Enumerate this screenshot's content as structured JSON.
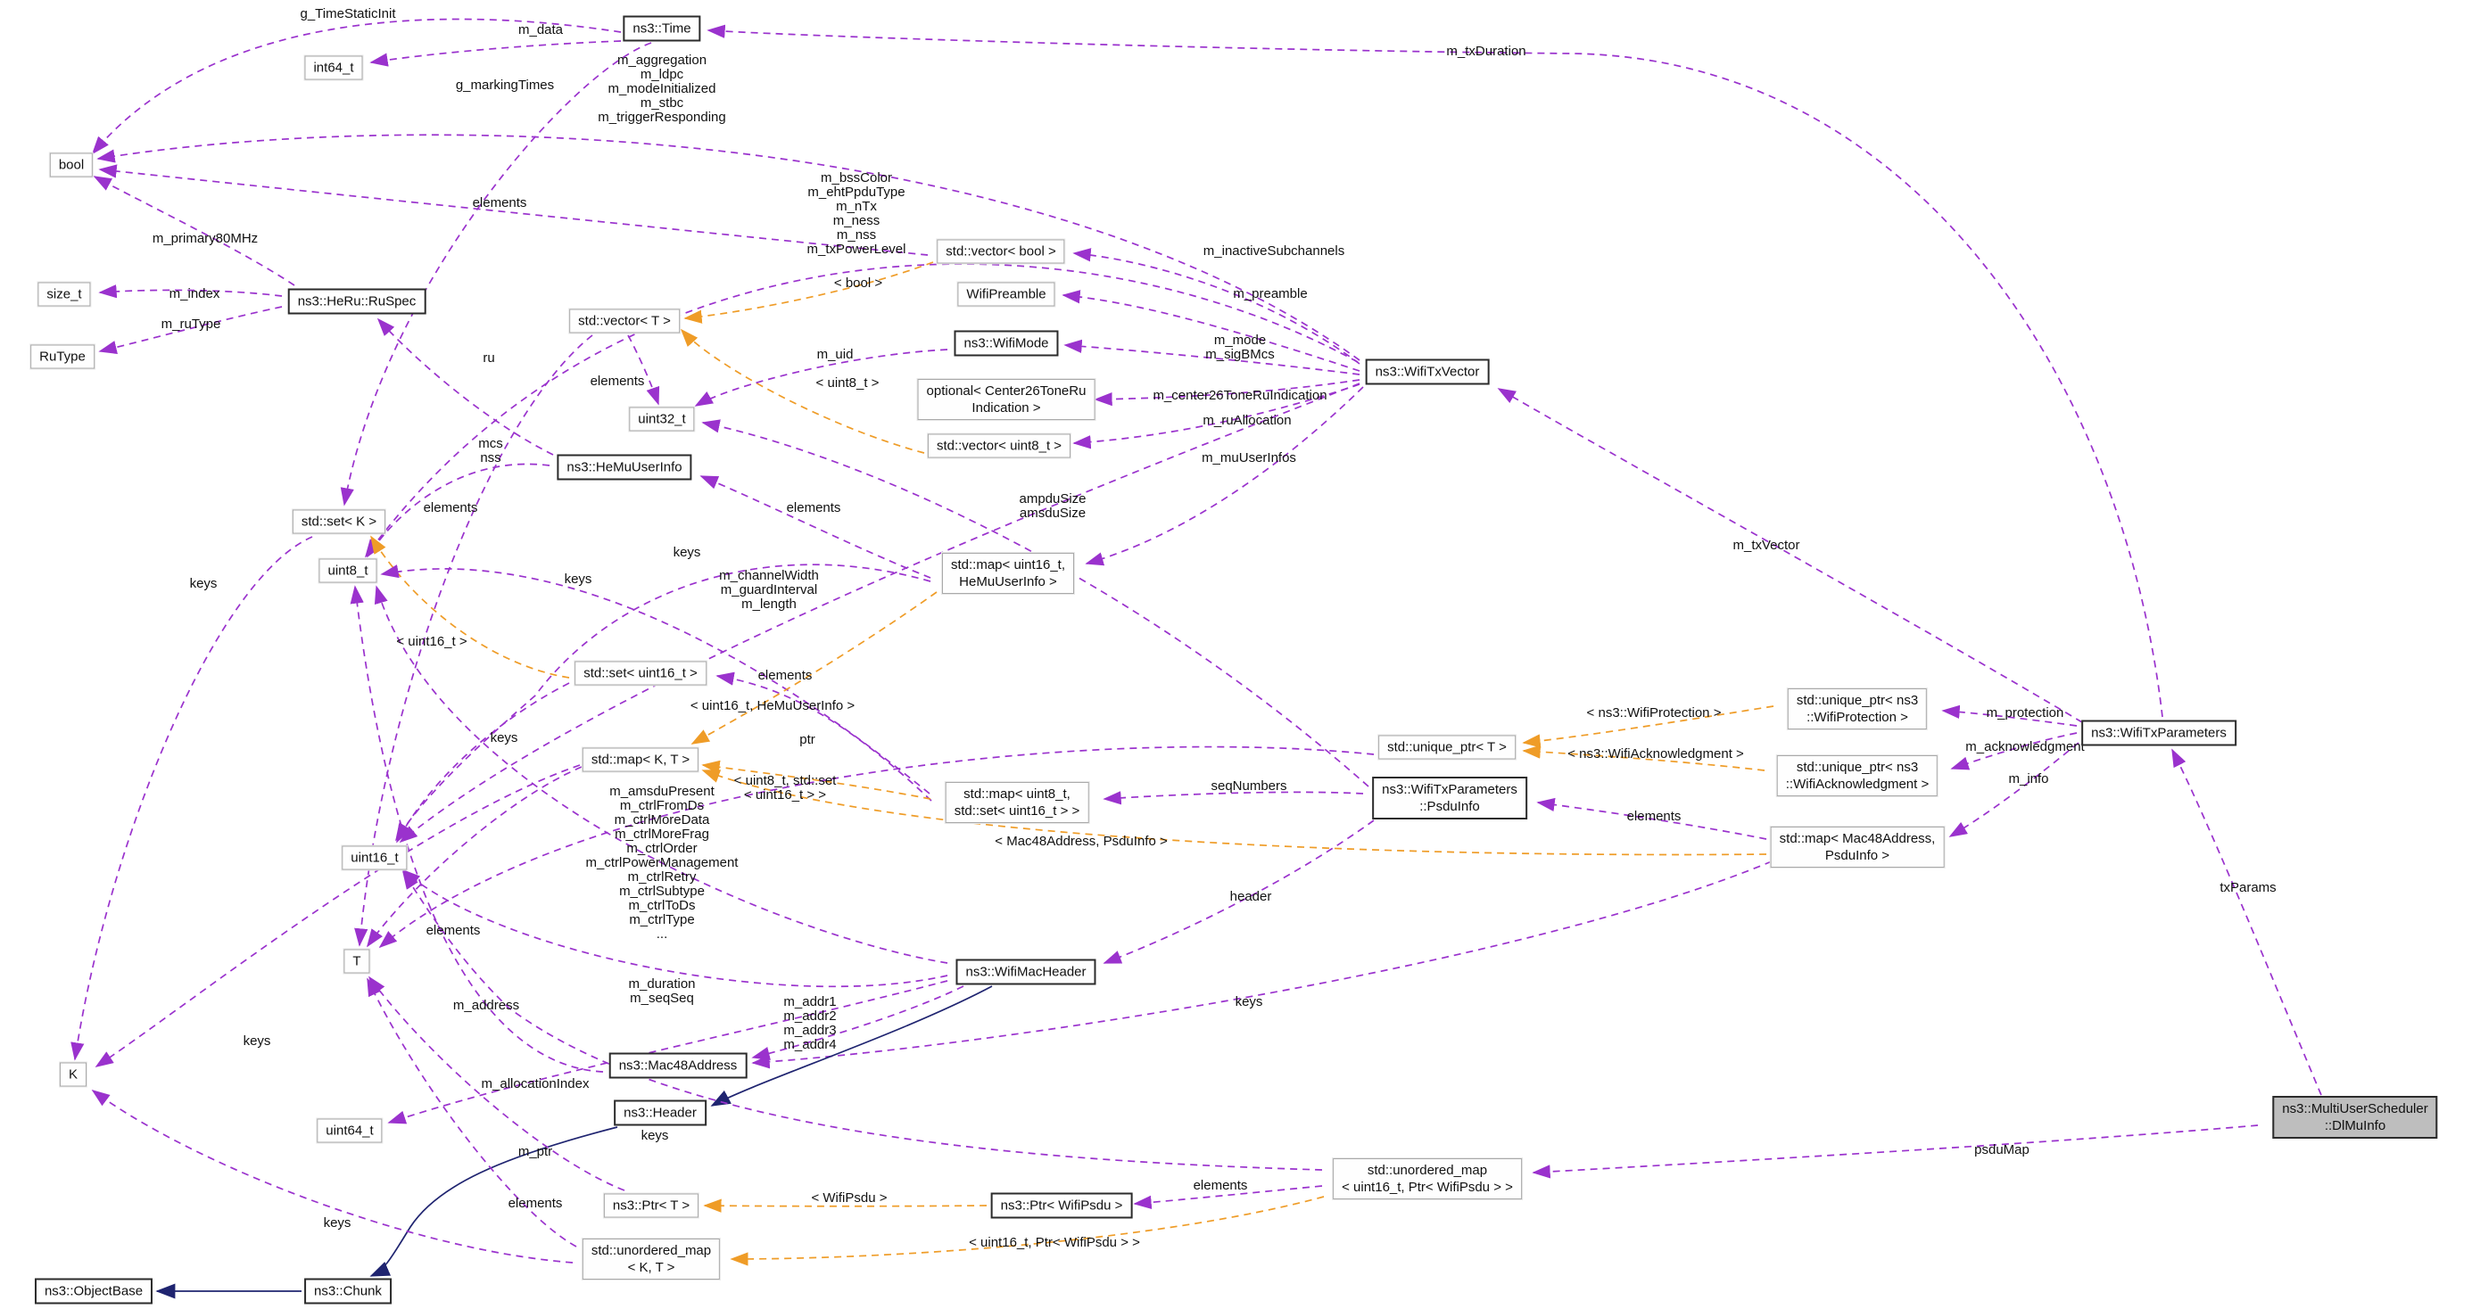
{
  "diagram": {
    "kind": "doxygen-collaboration-graph",
    "main_node": "ns3::MultiUserScheduler::DlMuInfo",
    "colors": {
      "usage": "#9a32cd",
      "template": "#ef9c27",
      "inheritance": "#1f2470",
      "main_fill": "#bebebe"
    },
    "nodes": [
      {
        "id": "time",
        "label": "ns3::Time",
        "style": "bold"
      },
      {
        "id": "int64",
        "label": "int64_t",
        "style": "plain"
      },
      {
        "id": "bool",
        "label": "bool",
        "style": "plain"
      },
      {
        "id": "size_t",
        "label": "size_t",
        "style": "plain"
      },
      {
        "id": "rutype",
        "label": "RuType",
        "style": "plain"
      },
      {
        "id": "ruspec",
        "label": "ns3::HeRu::RuSpec",
        "style": "bold"
      },
      {
        "id": "vec_t",
        "label": "std::vector< T >",
        "style": "plain"
      },
      {
        "id": "vec_bool",
        "label": "std::vector< bool >",
        "style": "plain"
      },
      {
        "id": "preamble",
        "label": "WifiPreamble",
        "style": "plain"
      },
      {
        "id": "wifimode",
        "label": "ns3::WifiMode",
        "style": "bold"
      },
      {
        "id": "optional",
        "label": "optional< Center26ToneRu\nIndication >",
        "style": "plain"
      },
      {
        "id": "vec_u8",
        "label": "std::vector< uint8_t >",
        "style": "plain"
      },
      {
        "id": "txvector",
        "label": "ns3::WifiTxVector",
        "style": "bold"
      },
      {
        "id": "uint32",
        "label": "uint32_t",
        "style": "plain"
      },
      {
        "id": "hemu",
        "label": "ns3::HeMuUserInfo",
        "style": "bold"
      },
      {
        "id": "set_k",
        "label": "std::set< K >",
        "style": "plain"
      },
      {
        "id": "uint8",
        "label": "uint8_t",
        "style": "plain"
      },
      {
        "id": "map_u16_hemu",
        "label": "std::map< uint16_t,\nHeMuUserInfo >",
        "style": "plain"
      },
      {
        "id": "set_u16",
        "label": "std::set< uint16_t >",
        "style": "plain"
      },
      {
        "id": "map_kt",
        "label": "std::map< K, T >",
        "style": "plain"
      },
      {
        "id": "map_u8_set",
        "label": "std::map< uint8_t,\nstd::set< uint16_t > >",
        "style": "plain"
      },
      {
        "id": "psduinfo",
        "label": "ns3::WifiTxParameters\n::PsduInfo",
        "style": "bold"
      },
      {
        "id": "uptr_t",
        "label": "std::unique_ptr< T >",
        "style": "plain"
      },
      {
        "id": "uptr_prot",
        "label": "std::unique_ptr< ns3\n::WifiProtection >",
        "style": "plain"
      },
      {
        "id": "uptr_ack",
        "label": "std::unique_ptr< ns3\n::WifiAcknowledgment >",
        "style": "plain"
      },
      {
        "id": "map_mac",
        "label": "std::map< Mac48Address,\nPsduInfo >",
        "style": "plain"
      },
      {
        "id": "txparams",
        "label": "ns3::WifiTxParameters",
        "style": "bold"
      },
      {
        "id": "macheader",
        "label": "ns3::WifiMacHeader",
        "style": "bold"
      },
      {
        "id": "uint16",
        "label": "uint16_t",
        "style": "plain"
      },
      {
        "id": "t",
        "label": "T",
        "style": "plain"
      },
      {
        "id": "k",
        "label": "K",
        "style": "plain"
      },
      {
        "id": "mac48",
        "label": "ns3::Mac48Address",
        "style": "bold"
      },
      {
        "id": "header",
        "label": "ns3::Header",
        "style": "bold"
      },
      {
        "id": "uint64",
        "label": "uint64_t",
        "style": "plain"
      },
      {
        "id": "ptr_t",
        "label": "ns3::Ptr< T >",
        "style": "plain"
      },
      {
        "id": "ptr_psdu",
        "label": "ns3::Ptr< WifiPsdu >",
        "style": "bold"
      },
      {
        "id": "umap_kt",
        "label": "std::unordered_map\n< K, T >",
        "style": "plain"
      },
      {
        "id": "umap_psdu",
        "label": "std::unordered_map\n< uint16_t, Ptr< WifiPsdu > >",
        "style": "plain"
      },
      {
        "id": "chunk",
        "label": "ns3::Chunk",
        "style": "bold"
      },
      {
        "id": "objbase",
        "label": "ns3::ObjectBase",
        "style": "bold"
      },
      {
        "id": "dlmuinfo",
        "label": "ns3::MultiUserScheduler\n::DlMuInfo",
        "style": "filled"
      }
    ],
    "edges": [
      {
        "label": "g_TimeStaticInit",
        "type": "usage"
      },
      {
        "label": "m_data",
        "type": "usage"
      },
      {
        "label": "g_markingTimes",
        "type": "usage"
      },
      {
        "label": "m_txDuration",
        "type": "usage"
      },
      {
        "label": "m_aggregation\nm_ldpc\nm_modeInitialized\nm_stbc\nm_triggerResponding",
        "type": "usage"
      },
      {
        "label": "m_bssColor\nm_ehtPpduType\nm_nTx\nm_ness\nm_nss\nm_txPowerLevel",
        "type": "usage"
      },
      {
        "label": "elements",
        "type": "usage"
      },
      {
        "label": "m_inactiveSubchannels",
        "type": "usage"
      },
      {
        "label": "< bool >",
        "type": "template"
      },
      {
        "label": "m_preamble",
        "type": "usage"
      },
      {
        "label": "m_mode\nm_sigBMcs",
        "type": "usage"
      },
      {
        "label": "m_center26ToneRuIndication",
        "type": "usage"
      },
      {
        "label": "m_ruAllocation",
        "type": "usage"
      },
      {
        "label": "m_muUserInfos",
        "type": "usage"
      },
      {
        "label": "< uint8_t >",
        "type": "template"
      },
      {
        "label": "m_uid",
        "type": "usage"
      },
      {
        "label": "ampduSize\namsduSize",
        "type": "usage"
      },
      {
        "label": "elements",
        "type": "usage"
      },
      {
        "label": "ru",
        "type": "usage"
      },
      {
        "label": "mcs\nnss",
        "type": "usage"
      },
      {
        "label": "m_index",
        "type": "usage"
      },
      {
        "label": "m_ruType",
        "type": "usage"
      },
      {
        "label": "m_primary80MHz",
        "type": "usage"
      },
      {
        "label": "elements",
        "type": "usage"
      },
      {
        "label": "keys",
        "type": "usage"
      },
      {
        "label": "keys",
        "type": "usage"
      },
      {
        "label": "< uint16_t >",
        "type": "template"
      },
      {
        "label": "keys",
        "type": "usage"
      },
      {
        "label": "elements",
        "type": "usage"
      },
      {
        "label": "< uint16_t, HeMuUserInfo >",
        "type": "template"
      },
      {
        "label": "< uint8_t, std::set\n< uint16_t > >",
        "type": "template"
      },
      {
        "label": "< Mac48Address, PsduInfo >",
        "type": "template"
      },
      {
        "label": "seqNumbers",
        "type": "usage"
      },
      {
        "label": "header",
        "type": "usage"
      },
      {
        "label": "elements",
        "type": "usage"
      },
      {
        "label": "keys",
        "type": "usage"
      },
      {
        "label": "< ns3::WifiProtection >",
        "type": "template"
      },
      {
        "label": "< ns3::WifiAcknowledgment >",
        "type": "template"
      },
      {
        "label": "m_protection",
        "type": "usage"
      },
      {
        "label": "m_acknowledgment",
        "type": "usage"
      },
      {
        "label": "m_info",
        "type": "usage"
      },
      {
        "label": "m_txVector",
        "type": "usage"
      },
      {
        "label": "ptr",
        "type": "usage"
      },
      {
        "label": "m_amsduPresent\nm_ctrlFromDs\nm_ctrlMoreData\nm_ctrlMoreFrag\nm_ctrlOrder\nm_ctrlPowerManagement\nm_ctrlRetry\nm_ctrlSubtype\nm_ctrlToDs\nm_ctrlType\n...",
        "type": "usage"
      },
      {
        "label": "m_duration\nm_seqSeq",
        "type": "usage"
      },
      {
        "label": "m_addr1\nm_addr2\nm_addr3\nm_addr4",
        "type": "usage"
      },
      {
        "label": "",
        "type": "inheritance"
      },
      {
        "label": "",
        "type": "inheritance"
      },
      {
        "label": "",
        "type": "inheritance"
      },
      {
        "label": "m_address",
        "type": "usage"
      },
      {
        "label": "m_allocationIndex",
        "type": "usage"
      },
      {
        "label": "m_ptr",
        "type": "usage"
      },
      {
        "label": "elements",
        "type": "usage"
      },
      {
        "label": "keys",
        "type": "usage"
      },
      {
        "label": "keys",
        "type": "usage"
      },
      {
        "label": "elements",
        "type": "usage"
      },
      {
        "label": "keys",
        "type": "usage"
      },
      {
        "label": "elements",
        "type": "usage"
      },
      {
        "label": "< WifiPsdu >",
        "type": "template"
      },
      {
        "label": "< uint16_t, Ptr< WifiPsdu > >",
        "type": "template"
      },
      {
        "label": "txParams",
        "type": "usage"
      },
      {
        "label": "psduMap",
        "type": "usage"
      },
      {
        "label": "elements",
        "type": "usage"
      },
      {
        "label": "m_channelWidth\nm_guardInterval\nm_length",
        "type": "usage"
      },
      {
        "label": "keys",
        "type": "usage"
      }
    ]
  }
}
